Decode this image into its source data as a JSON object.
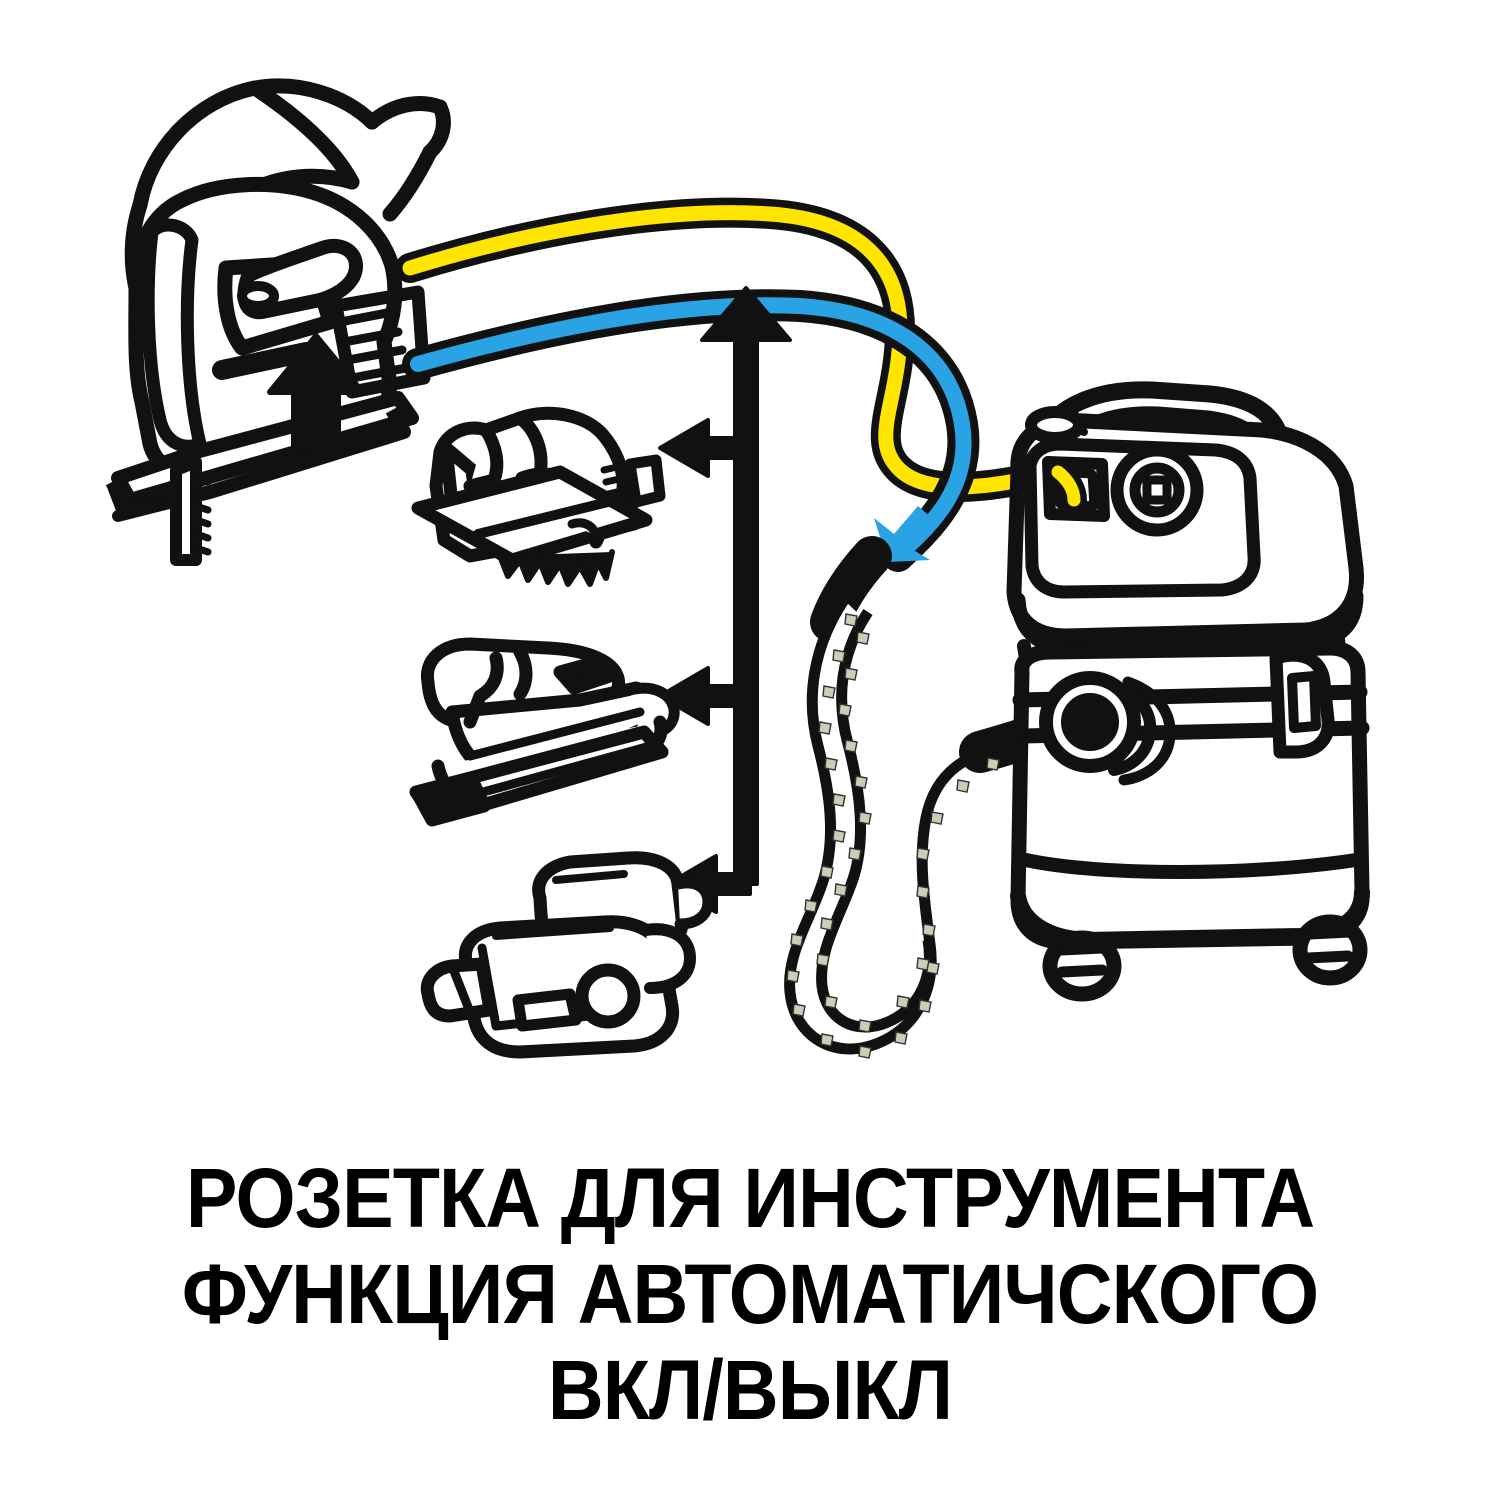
{
  "caption": {
    "line1": "РОЗЕТКА ДЛЯ ИНСТРУМЕНТА",
    "line2": "ФУНКЦИЯ АВТОМАТИЧСКОГО",
    "line3": "ВКЛ/ВЫКЛ"
  },
  "colors": {
    "outline": "#111111",
    "power_cable": "#FFE500",
    "suction_hose": "#29A3E3",
    "dust": "#CFCBB4",
    "background": "#FFFFFF"
  },
  "diagram": {
    "type": "instructional-illustration",
    "title_text": "РОЗЕТКА ДЛЯ ИНСТРУМЕНТА ФУНКЦИЯ АВТОМАТИЧСКОГО ВКЛ/ВЫКЛ",
    "elements": [
      {
        "name": "hand-on-jigsaw",
        "label": "Hand gripping jigsaw handle"
      },
      {
        "name": "jigsaw",
        "label": "Jigsaw with trigger switch and blade"
      },
      {
        "name": "trigger-arrow",
        "label": "Arrow pointing at jigsaw trigger"
      },
      {
        "name": "circular-saw",
        "label": "Circular saw"
      },
      {
        "name": "orbital-sander",
        "label": "Orbital sander"
      },
      {
        "name": "power-planer",
        "label": "Power planer"
      },
      {
        "name": "compatibility-arrow-tree",
        "label": "Branching arrow linking vacuum to compatible tools"
      },
      {
        "name": "power-cable",
        "label": "Yellow power cable from tool to vacuum socket"
      },
      {
        "name": "suction-line",
        "label": "Blue suction flow line into hose"
      },
      {
        "name": "dust-hose",
        "label": "Corrugated dust extraction hose carrying debris"
      },
      {
        "name": "wet-dry-vacuum",
        "label": "Wet/dry workshop vacuum cleaner"
      },
      {
        "name": "tool-socket",
        "label": "Power take-off socket on vacuum"
      },
      {
        "name": "mode-knob",
        "label": "Auto on/off mode selector knob"
      }
    ]
  }
}
